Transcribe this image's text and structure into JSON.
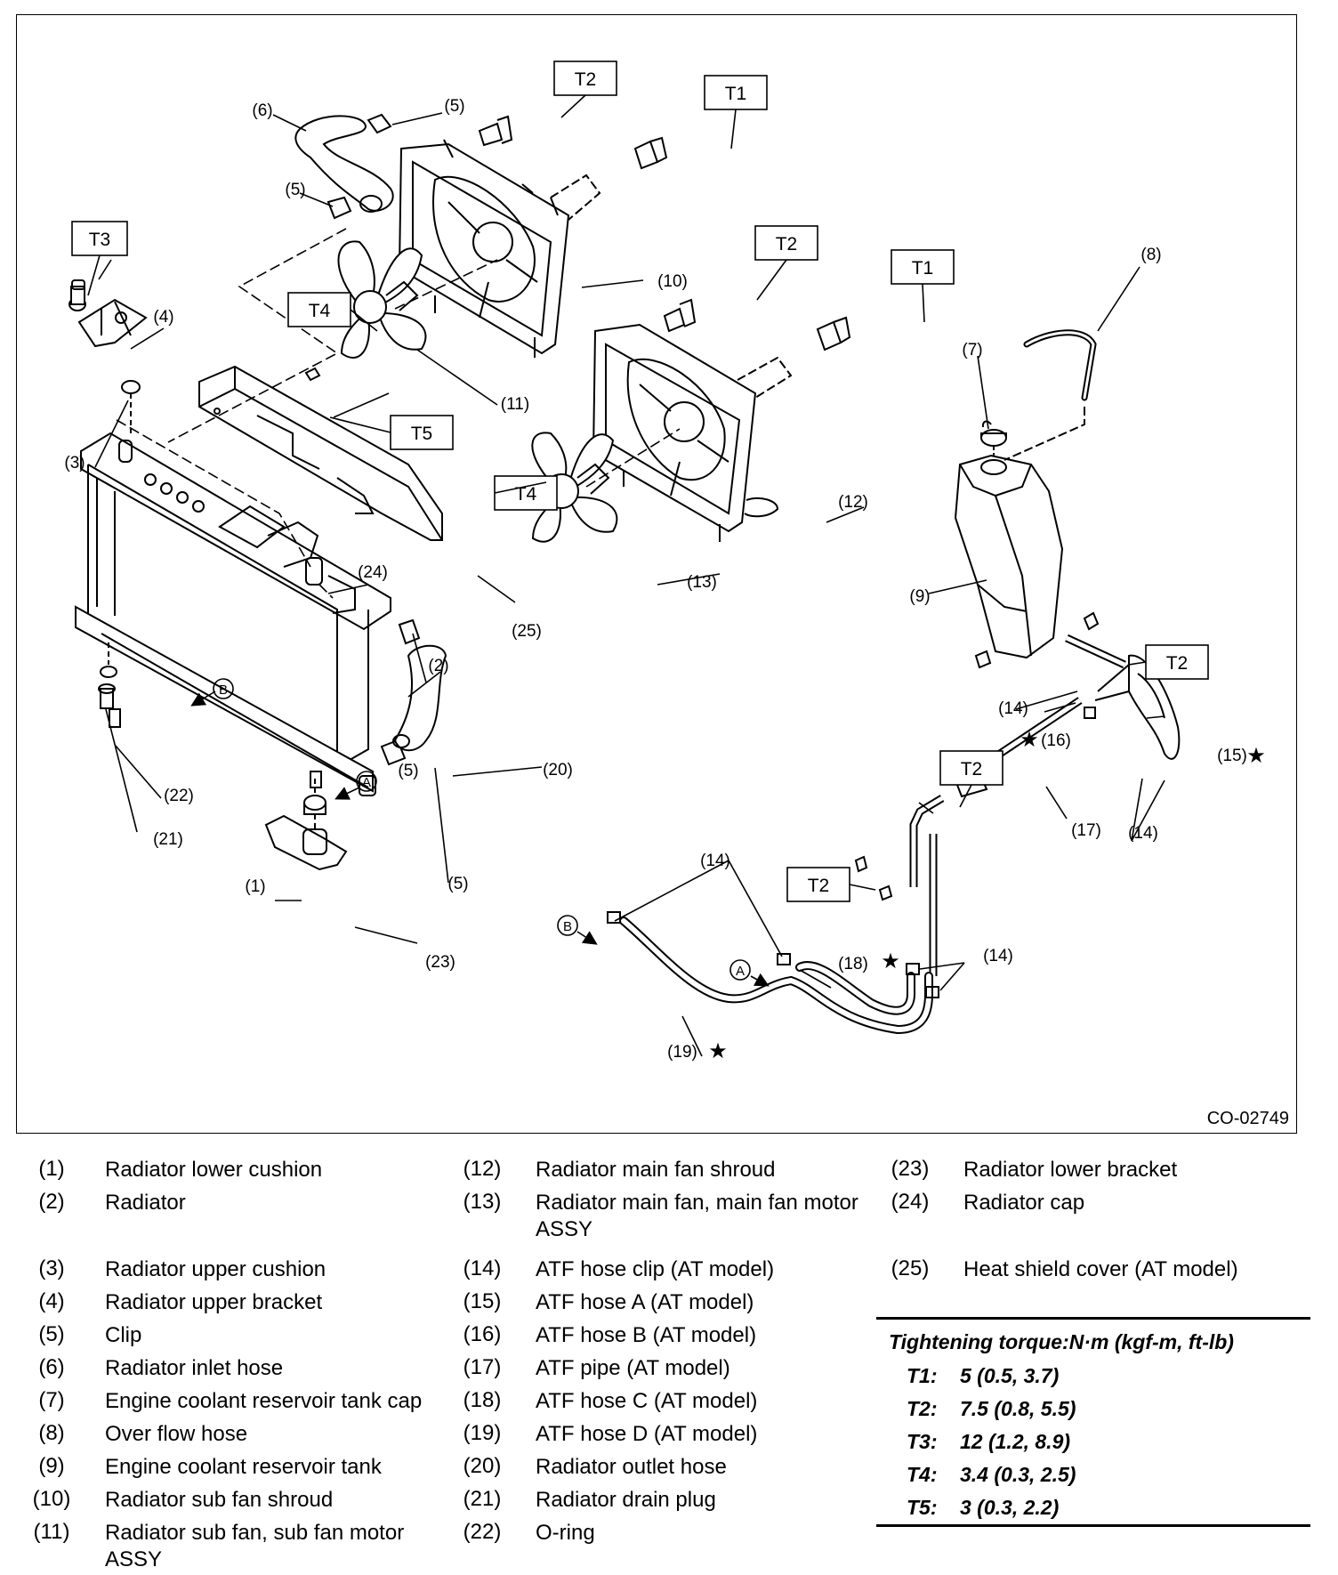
{
  "figure_id": "CO-02749",
  "torque_labels": [
    "T1",
    "T2",
    "T3",
    "T4",
    "T5"
  ],
  "callouts": {
    "c1": "(1)",
    "c2": "(2)",
    "c3": "(3)",
    "c4": "(4)",
    "c5": "(5)",
    "c6": "(6)",
    "c7": "(7)",
    "c8": "(8)",
    "c9": "(9)",
    "c10": "(10)",
    "c11": "(11)",
    "c12": "(12)",
    "c13": "(13)",
    "c14": "(14)",
    "c15": "(15)",
    "c16": "(16)",
    "c17": "(17)",
    "c18": "(18)",
    "c19": "(19)",
    "c20": "(20)",
    "c21": "(21)",
    "c22": "(22)",
    "c23": "(23)",
    "c24": "(24)",
    "c25": "(25)"
  },
  "markers": {
    "a": "A",
    "b": "B",
    "star": "★"
  },
  "legend": [
    {
      "num": "(1)",
      "text": "Radiator lower cushion"
    },
    {
      "num": "(2)",
      "text": "Radiator"
    },
    {
      "num": "(3)",
      "text": "Radiator upper cushion"
    },
    {
      "num": "(4)",
      "text": "Radiator upper bracket"
    },
    {
      "num": "(5)",
      "text": "Clip"
    },
    {
      "num": "(6)",
      "text": "Radiator inlet hose"
    },
    {
      "num": "(7)",
      "text": "Engine coolant reservoir tank cap"
    },
    {
      "num": "(8)",
      "text": "Over flow hose"
    },
    {
      "num": "(9)",
      "text": "Engine coolant reservoir tank"
    },
    {
      "num": "(10)",
      "text": "Radiator sub fan shroud"
    },
    {
      "num": "(11)",
      "text": "Radiator sub fan, sub fan motor ASSY"
    },
    {
      "num": "(12)",
      "text": "Radiator main fan shroud"
    },
    {
      "num": "(13)",
      "text": "Radiator main fan, main fan motor ASSY"
    },
    {
      "num": "(14)",
      "text": "ATF hose clip (AT model)"
    },
    {
      "num": "(15)",
      "text": "ATF hose A (AT model)"
    },
    {
      "num": "(16)",
      "text": "ATF hose B (AT model)"
    },
    {
      "num": "(17)",
      "text": "ATF pipe (AT model)"
    },
    {
      "num": "(18)",
      "text": "ATF hose C (AT model)"
    },
    {
      "num": "(19)",
      "text": "ATF hose D (AT model)"
    },
    {
      "num": "(20)",
      "text": "Radiator outlet hose"
    },
    {
      "num": "(21)",
      "text": "Radiator drain plug"
    },
    {
      "num": "(22)",
      "text": "O-ring"
    },
    {
      "num": "(23)",
      "text": "Radiator lower bracket"
    },
    {
      "num": "(24)",
      "text": "Radiator cap"
    },
    {
      "num": "(25)",
      "text": "Heat shield cover (AT model)"
    }
  ],
  "torque": {
    "title": "Tightening torque:N·m (kgf-m, ft-lb)",
    "rows": [
      {
        "key": "T1:",
        "value": "5 (0.5, 3.7)"
      },
      {
        "key": "T2:",
        "value": "7.5 (0.8, 5.5)"
      },
      {
        "key": "T3:",
        "value": "12 (1.2, 8.9)"
      },
      {
        "key": "T4:",
        "value": "3.4 (0.3, 2.5)"
      },
      {
        "key": "T5:",
        "value": "3 (0.3, 2.2)"
      }
    ]
  }
}
